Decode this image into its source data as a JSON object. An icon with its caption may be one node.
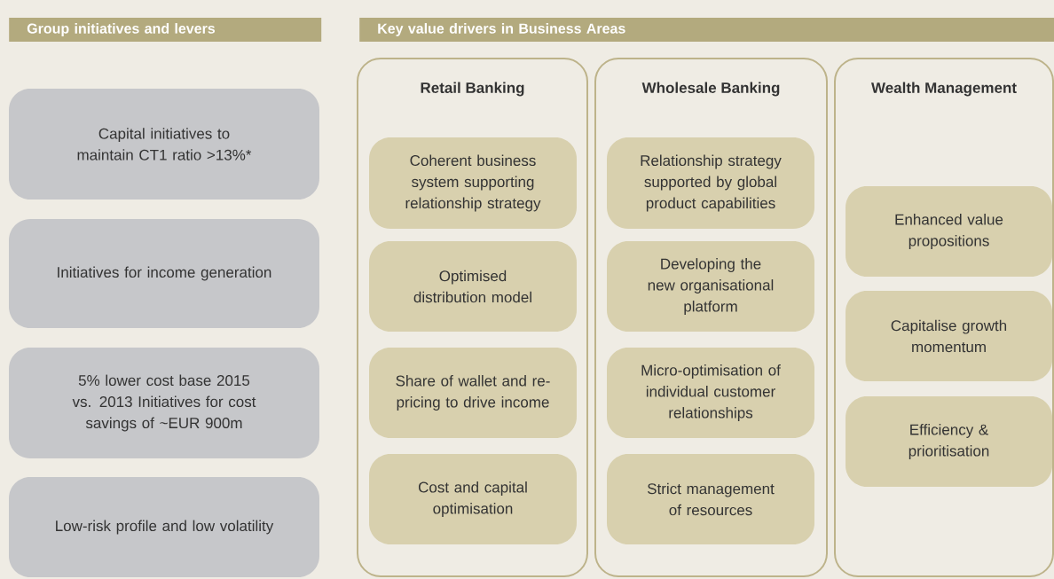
{
  "diagram": {
    "nodes": [
      {
        "text": [
          "Group initiatives and levers"
        ]
      },
      {
        "text": [
          "Key value drivers in Business Areas"
        ]
      },
      {
        "text": [
          "Capital initiatives to maintain CT1 ratio >13%*"
        ]
      },
      {
        "text": [
          "Initiatives for income generation"
        ]
      },
      {
        "text": [
          "5% lower cost base 2015 vs. 2013 Initiatives for cost savings of ~EUR 900m"
        ]
      },
      {
        "text": [
          "Low-risk profile and low volatility"
        ]
      },
      {
        "text": [
          "Retail Banking"
        ]
      },
      {
        "text": [
          "Coherent business system supporting relationship strategy"
        ],
        "in": 6
      },
      {
        "text": [
          "Optimised distribution model"
        ],
        "in": 6
      },
      {
        "text": [
          "Share of wallet and re-pricing to drive income"
        ],
        "in": 6
      },
      {
        "text": [
          "Cost and capital optimisation"
        ],
        "in": 6
      },
      {
        "text": [
          "Wholesale Banking"
        ]
      },
      {
        "text": [
          "Relationship strategy supported by global product capabilities"
        ],
        "in": 11
      },
      {
        "text": [
          "Developing the new organisational platform"
        ],
        "in": 11
      },
      {
        "text": [
          "Micro-optimisation of individual customer relationships"
        ],
        "in": 11
      },
      {
        "text": [
          "Strict management of resources"
        ],
        "in": 11
      },
      {
        "text": [
          "Wealth Management"
        ]
      },
      {
        "text": [
          "Enhanced value propositions"
        ],
        "in": 16
      },
      {
        "text": [
          "Capitalise growth momentum"
        ],
        "in": 16
      },
      {
        "text": [
          "Efficiency & prioritisation"
        ],
        "in": 16
      }
    ]
  }
}
